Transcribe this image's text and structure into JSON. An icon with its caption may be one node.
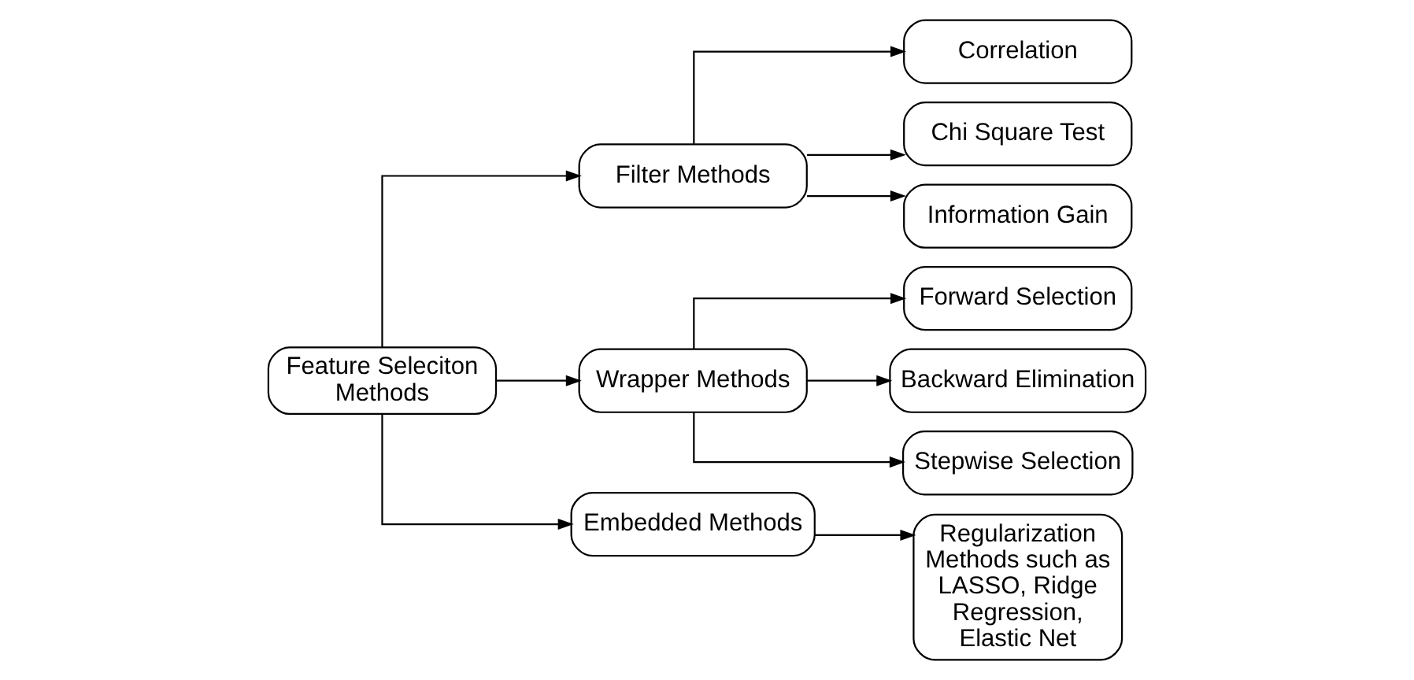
{
  "diagram": {
    "nodes": [
      {
        "text": [
          "Feature Seleciton Methods"
        ]
      },
      {
        "text": [
          "Filter Methods"
        ]
      },
      {
        "text": [
          "Correlation"
        ]
      },
      {
        "text": [
          "Chi Square Test"
        ]
      },
      {
        "text": [
          "Information Gain"
        ]
      },
      {
        "text": [
          "Wrapper Methods"
        ]
      },
      {
        "text": [
          "Forward Selection"
        ]
      },
      {
        "text": [
          "Backward Elimination"
        ]
      },
      {
        "text": [
          "Stepwise Selection"
        ]
      },
      {
        "text": [
          "Embedded Methods"
        ]
      },
      {
        "text": [
          "Regularization Methods such as LASSO, Ridge Regression, Elastic Net"
        ]
      }
    ],
    "edges": [
      {
        "from": 0,
        "to": 1,
        "arrow": "to"
      },
      {
        "from": 0,
        "to": 5,
        "arrow": "to"
      },
      {
        "from": 0,
        "to": 9,
        "arrow": "to"
      },
      {
        "from": 1,
        "to": 2,
        "arrow": "to"
      },
      {
        "from": 1,
        "to": 3,
        "arrow": "to"
      },
      {
        "from": 1,
        "to": 4,
        "arrow": "to"
      },
      {
        "from": 5,
        "to": 6,
        "arrow": "to"
      },
      {
        "from": 5,
        "to": 7,
        "arrow": "to"
      },
      {
        "from": 5,
        "to": 8,
        "arrow": "to"
      },
      {
        "from": 9,
        "to": 10,
        "arrow": "to"
      }
    ]
  }
}
